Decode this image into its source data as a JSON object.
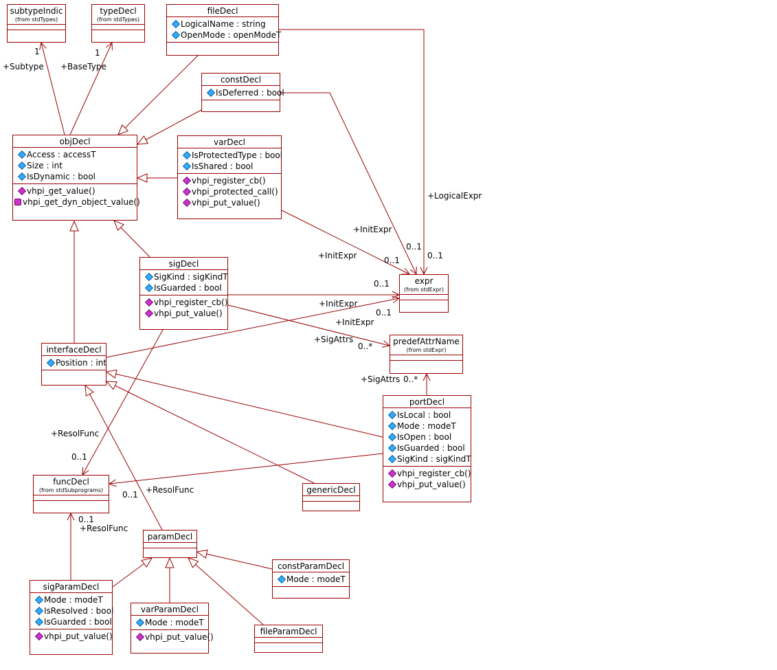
{
  "classes": {
    "subtypeIndic": {
      "name": "subtypeIndic",
      "pkg": "(from stdTypes)"
    },
    "typeDecl": {
      "name": "typeDecl",
      "pkg": "(from stdTypes)"
    },
    "fileDecl": {
      "name": "fileDecl",
      "attrs": [
        "LogicalName : string",
        "OpenMode : openModeT"
      ]
    },
    "constDecl": {
      "name": "constDecl",
      "attrs": [
        "IsDeferred : bool"
      ]
    },
    "objDecl": {
      "name": "objDecl",
      "attrs": [
        "Access : accessT",
        "Size : int",
        "IsDynamic : bool"
      ],
      "ops": [
        "vhpi_get_value()",
        "vhpi_get_dyn_object_value()"
      ]
    },
    "varDecl": {
      "name": "varDecl",
      "attrs": [
        "IsProtectedType : bool",
        "IsShared : bool"
      ],
      "ops": [
        "vhpi_register_cb()",
        "vhpi_protected_call()",
        "vhpi_put_value()"
      ]
    },
    "sigDecl": {
      "name": "sigDecl",
      "attrs": [
        "SigKind : sigKindT",
        "IsGuarded : bool"
      ],
      "ops": [
        "vhpi_register_cb()",
        "vhpi_put_value()"
      ]
    },
    "expr": {
      "name": "expr",
      "pkg": "(from stdExpr)"
    },
    "predefAttrName": {
      "name": "predefAttrName",
      "pkg": "(from stdExpr)"
    },
    "interfaceDecl": {
      "name": "interfaceDecl",
      "attrs": [
        "Position : int"
      ]
    },
    "portDecl": {
      "name": "portDecl",
      "attrs": [
        "IsLocal : bool",
        "Mode : modeT",
        "IsOpen : bool",
        "IsGuarded : bool",
        "SigKind : sigKindT"
      ],
      "ops": [
        "vhpi_register_cb()",
        "vhpi_put_value()"
      ]
    },
    "funcDecl": {
      "name": "funcDecl",
      "pkg": "(from stdSubprograms)"
    },
    "genericDecl": {
      "name": "genericDecl"
    },
    "paramDecl": {
      "name": "paramDecl"
    },
    "constParamDecl": {
      "name": "constParamDecl",
      "attrs": [
        "Mode : modeT"
      ]
    },
    "sigParamDecl": {
      "name": "sigParamDecl",
      "attrs": [
        "Mode : modeT",
        "IsResolved : bool",
        "IsGuarded : bool"
      ],
      "ops": [
        "vhpi_put_value()"
      ]
    },
    "varParamDecl": {
      "name": "varParamDecl",
      "attrs": [
        "Mode : modeT"
      ],
      "ops": [
        "vhpi_put_value()"
      ]
    },
    "fileParamDecl": {
      "name": "fileParamDecl"
    }
  },
  "labels": {
    "subtype_role": "+Subtype",
    "subtype_mult": "1",
    "basetype_role": "+BaseType",
    "basetype_mult": "1",
    "logicalexpr_role": "+LogicalExpr",
    "logicalexpr_mult": "0..1",
    "const_initexpr_role": "+InitExpr",
    "const_initexpr_mult": "0..1",
    "var_initexpr_role": "+InitExpr",
    "var_initexpr_mult": "0..1",
    "sig_initexpr_mult": "0..1",
    "intf_initexpr_role": "+InitExpr",
    "intf_initexpr_role2": "+InitExpr",
    "intf_initexpr_mult": "0..1",
    "sig_sigattrs_role": "+SigAttrs",
    "sig_sigattrs_mult": "0..*",
    "port_sigattrs_role": "+SigAttrs",
    "port_sigattrs_mult": "0..*",
    "sig_resolfunc_role": "+ResolFunc",
    "sig_resolfunc_mult": "0..1",
    "port_resolfunc_role": "+ResolFunc",
    "port_resolfunc_mult": "0..1",
    "sigparam_resolfunc_role": "+ResolFunc",
    "sigparam_resolfunc_mult": "0..1"
  },
  "colors": {
    "line": "#990000",
    "attr_icon": "#33aaff",
    "op_icon": "#cc33cc"
  }
}
